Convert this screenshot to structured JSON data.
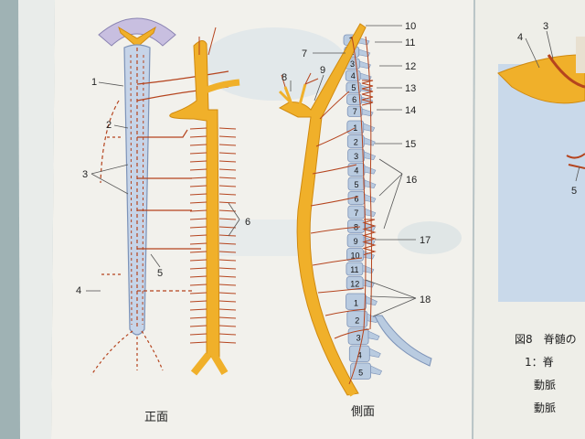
{
  "figure": {
    "front_caption": "正面",
    "side_caption": "側面",
    "front_labels": [
      "1",
      "2",
      "3",
      "4",
      "5",
      "6"
    ],
    "side_labels": [
      "7",
      "8",
      "9",
      "10",
      "11",
      "12",
      "13",
      "14",
      "15",
      "16",
      "17",
      "18"
    ],
    "cervical": [
      "1",
      "2",
      "3",
      "4",
      "5",
      "6",
      "7"
    ],
    "thoracic": [
      "1",
      "2",
      "3",
      "4",
      "5",
      "6",
      "7",
      "8",
      "9",
      "10",
      "11",
      "12"
    ],
    "lumbar": [
      "1",
      "2",
      "3",
      "4",
      "5"
    ]
  },
  "right_page": {
    "labels": [
      "4",
      "3",
      "5"
    ],
    "caption_lines": [
      "図8　脊髄の",
      "1：脊",
      "動脈",
      "動脈"
    ]
  },
  "colors": {
    "artery": "#f0b02a",
    "artery_dark": "#d08a10",
    "vein": "#b5441e",
    "cord": "#c6d4e8",
    "cord_edge": "#7d93b8"
  }
}
